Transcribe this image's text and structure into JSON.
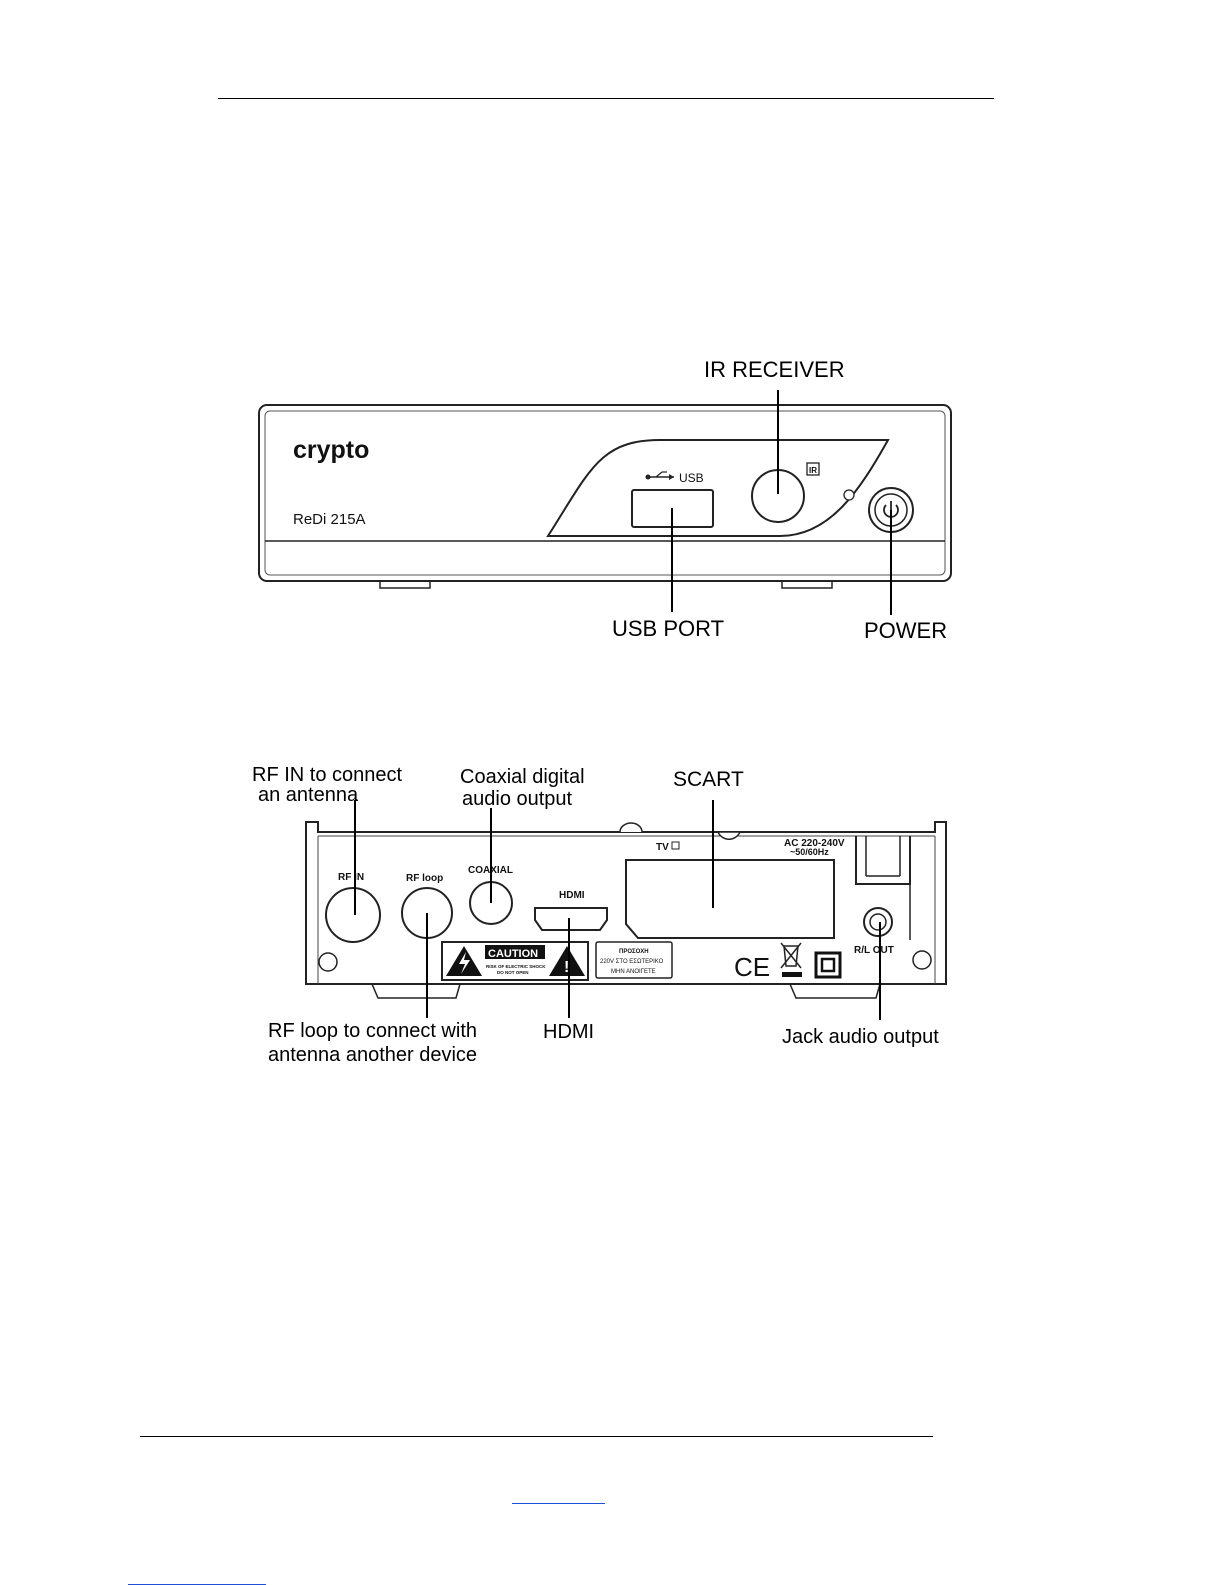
{
  "front_panel": {
    "brand": "crypto",
    "model": "ReDi 215A",
    "usb_icon_label": "USB",
    "ir_badge": "IR",
    "callouts": {
      "ir_receiver": "IR RECEIVER",
      "usb_port": "USB PORT",
      "power": "POWER"
    }
  },
  "rear_panel": {
    "port_labels": {
      "rf_in": "RF IN",
      "rf_loop": "RF loop",
      "coaxial": "COAXIAL",
      "hdmi": "HDMI",
      "tv": "TV",
      "ac": "AC 220-240V",
      "ac_freq": "~50/60Hz",
      "rl_out": "R/L OUT"
    },
    "caution_label": {
      "title": "CAUTION",
      "line1": "RISK OF ELECTRIC SHOCK",
      "line2": "DO NOT OPEN"
    },
    "greek_label": {
      "line1": "ΠΡΟΣΟΧΗ",
      "line2": "220V ΣΤΟ ΕΣΩΤΕΡΙΚΟ",
      "line3": "ΜΗΝ ΑΝΟΙΓΕΤΕ"
    },
    "ce_mark": "CE",
    "callouts": {
      "rf_in_1": "RF IN to connect",
      "rf_in_2": "an antenna",
      "coaxial_1": "Coaxial digital",
      "coaxial_2": "audio output",
      "scart": "SCART",
      "rf_loop_1": "RF loop to connect with",
      "rf_loop_2": "antenna another device",
      "hdmi": "HDMI",
      "jack": "Jack audio output"
    }
  }
}
